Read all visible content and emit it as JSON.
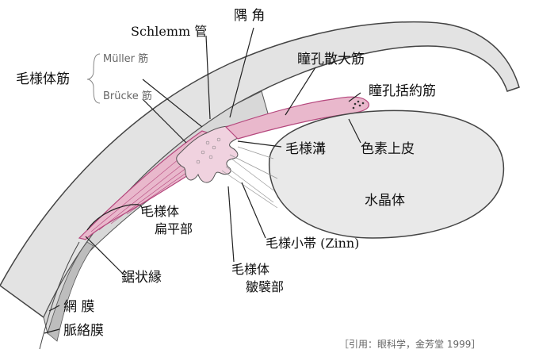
{
  "labels": {
    "ciliary_body": "毛様体筋",
    "muller": "Müller 筋",
    "brucke": "Brücke 筋",
    "schlemm": "Schlemm 管",
    "angle": "隅 角",
    "dilator": "瞳孔散大筋",
    "sphincter": "瞳孔括約筋",
    "ciliary_groove": "毛様溝",
    "pigment_epi": "色素上皮",
    "lens": "水晶体",
    "pars_plana_1": "毛様体",
    "pars_plana_2": "扁平部",
    "zinn": "毛様小帯 (Zinn)",
    "pars_plicata_1": "毛様体",
    "pars_plicata_2": "皺襞部",
    "ora_serrata": "鋸状縁",
    "retina": "網 膜",
    "choroid": "脈絡膜",
    "citation": "［引用：眼科学，金芳堂 1999］"
  },
  "colors": {
    "muscle_pink": "#e9b8cc",
    "muscle_line": "#b5477d",
    "tissue_gray": "#e6e6e6",
    "outline": "#444444"
  }
}
